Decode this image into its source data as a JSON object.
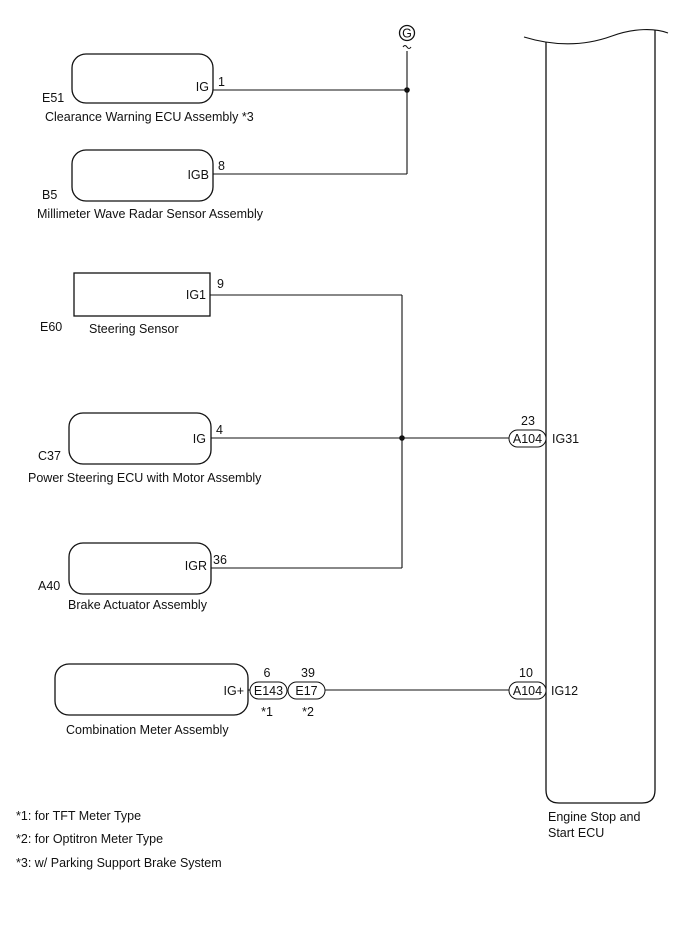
{
  "ground": {
    "label": "G"
  },
  "components": {
    "clearance_ecu": {
      "code": "E51",
      "name": "Clearance Warning ECU Assembly *3",
      "terminal": "IG",
      "pin": "1"
    },
    "radar_sensor": {
      "code": "B5",
      "name": "Millimeter Wave Radar Sensor Assembly",
      "terminal": "IGB",
      "pin": "8"
    },
    "steering_sensor": {
      "code": "E60",
      "name": "Steering Sensor",
      "terminal": "IG1",
      "pin": "9"
    },
    "ps_ecu": {
      "code": "C37",
      "name": "Power Steering ECU with Motor Assembly",
      "terminal": "IG",
      "pin": "4"
    },
    "brake_actuator": {
      "code": "A40",
      "name": "Brake Actuator Assembly",
      "terminal": "IGR",
      "pin": "36"
    },
    "combination_meter": {
      "code": "",
      "name": "Combination Meter Assembly",
      "terminal": "IG+"
    }
  },
  "connectors": {
    "e143": {
      "code": "E143",
      "pin": "6",
      "note": "*1"
    },
    "e17": {
      "code": "E17",
      "pin": "39",
      "note": "*2"
    },
    "a104_ig31": {
      "code": "A104",
      "pin": "23",
      "terminal": "IG31"
    },
    "a104_ig12": {
      "code": "A104",
      "pin": "10",
      "terminal": "IG12"
    }
  },
  "engine_ecu": {
    "name_line1": "Engine Stop and",
    "name_line2": "Start ECU"
  },
  "notes": [
    "*1: for TFT Meter Type",
    "*2: for Optitron Meter Type",
    "*3: w/ Parking Support Brake System"
  ]
}
